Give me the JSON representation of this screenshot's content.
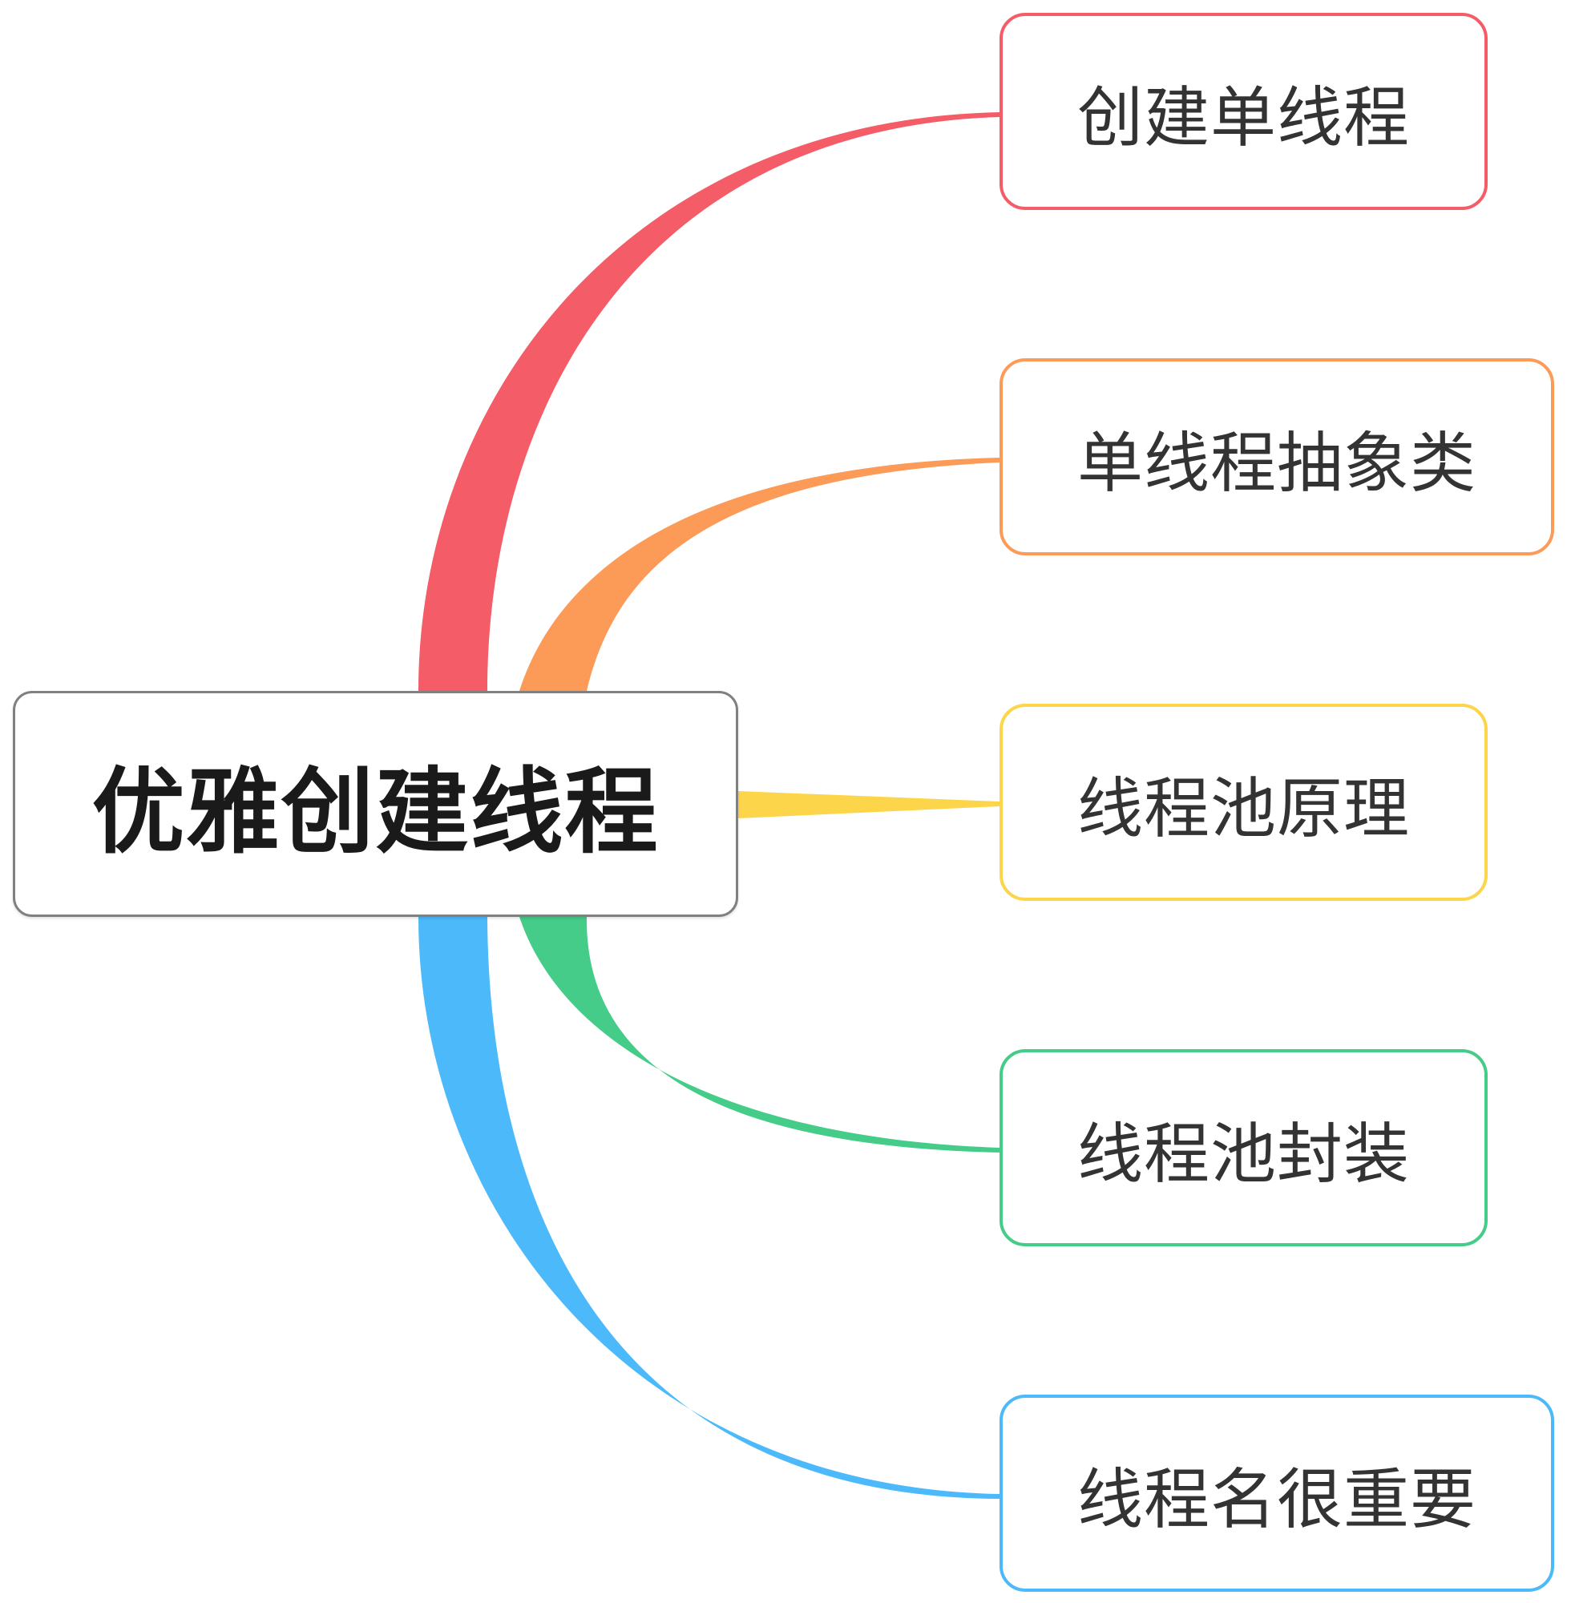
{
  "root": {
    "label": "优雅创建线程",
    "border_color": "#808080"
  },
  "branches": [
    {
      "label": "创建单线程",
      "color": "#f45d68"
    },
    {
      "label": "单线程抽象类",
      "color": "#fc9a58"
    },
    {
      "label": "线程池原理",
      "color": "#fdd54a"
    },
    {
      "label": "线程池封装",
      "color": "#44cc88"
    },
    {
      "label": "线程名很重要",
      "color": "#4cb9fb"
    }
  ]
}
